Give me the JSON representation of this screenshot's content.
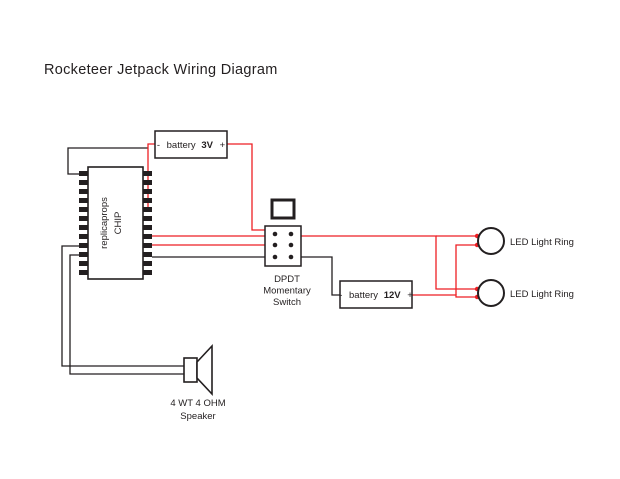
{
  "title": "Rocketeer Jetpack Wiring Diagram",
  "colors": {
    "wire_red": "#ed1f24",
    "wire_black": "#231f20",
    "ink": "#231f20"
  },
  "chip": {
    "label_line1": "replicaprops",
    "label_line2": "CHIP"
  },
  "battery_3v": {
    "minus": "-",
    "label": "battery",
    "voltage": "3V",
    "plus": "+"
  },
  "battery_12v": {
    "minus": "-",
    "label": "battery",
    "voltage": "12V",
    "plus": "+"
  },
  "switch": {
    "line1": "DPDT",
    "line2": "Momentary",
    "line3": "Switch"
  },
  "led_top": {
    "label": "LED Light Ring"
  },
  "led_bottom": {
    "label": "LED Light Ring"
  },
  "speaker": {
    "line1": "4 WT 4 OHM",
    "line2": "Speaker"
  }
}
